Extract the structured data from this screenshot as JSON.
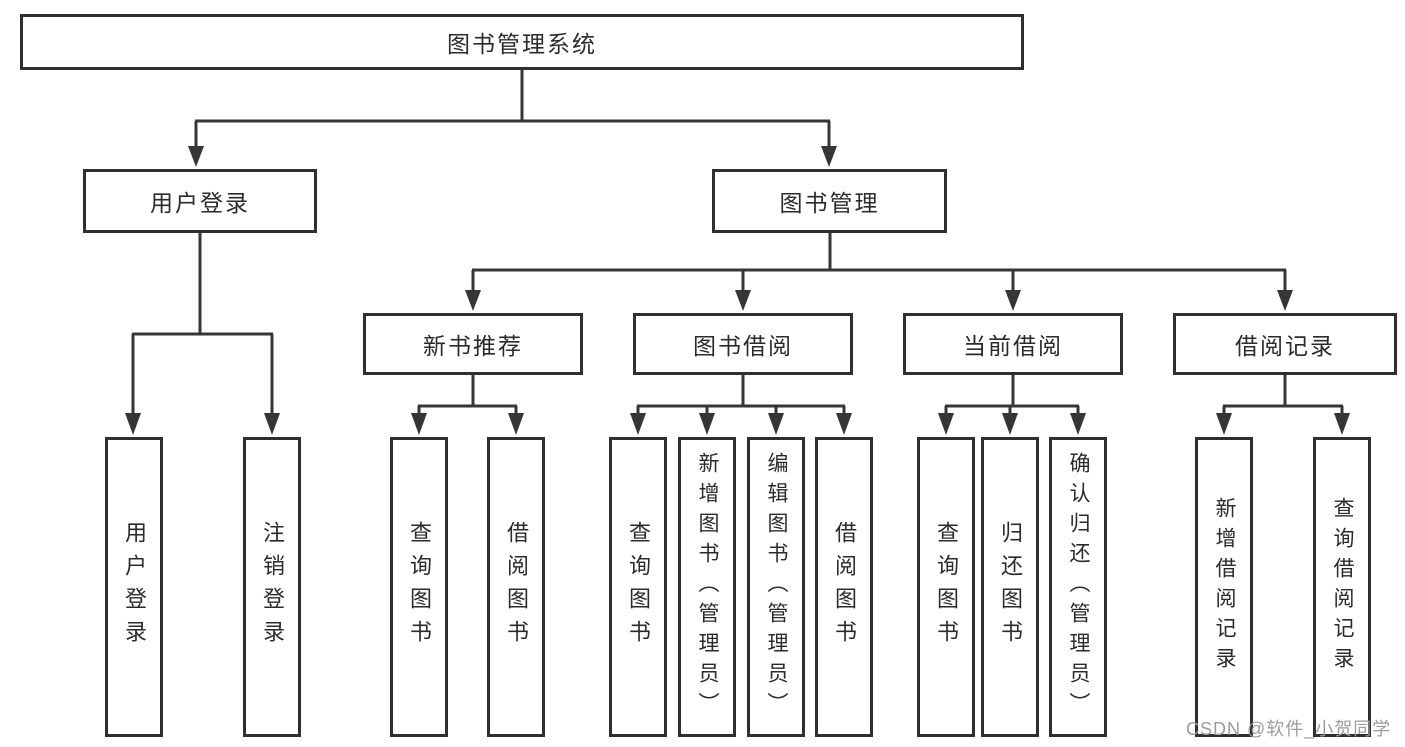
{
  "colors": {
    "background": "#ffffff",
    "line": "#363636",
    "box_border": "#2f2f2f",
    "text": "#2b2b2b",
    "watermark": "#9c9c9c"
  },
  "watermark": "CSDN @软件_小贺同学",
  "tree": {
    "root": "图书管理系统",
    "level2": [
      {
        "label": "用户登录",
        "children": [
          "用户登录",
          "注销登录"
        ]
      },
      {
        "label": "图书管理",
        "children": [
          {
            "label": "新书推荐",
            "children": [
              "查询图书",
              "借阅图书"
            ]
          },
          {
            "label": "图书借阅",
            "children": [
              "查询图书",
              "新增图书（管理员）",
              "编辑图书（管理员）",
              "借阅图书"
            ]
          },
          {
            "label": "当前借阅",
            "children": [
              "查询图书",
              "归还图书",
              "确认归还（管理员）"
            ]
          },
          {
            "label": "借阅记录",
            "children": [
              "新增借阅记录",
              "查询借阅记录"
            ]
          }
        ]
      }
    ]
  }
}
